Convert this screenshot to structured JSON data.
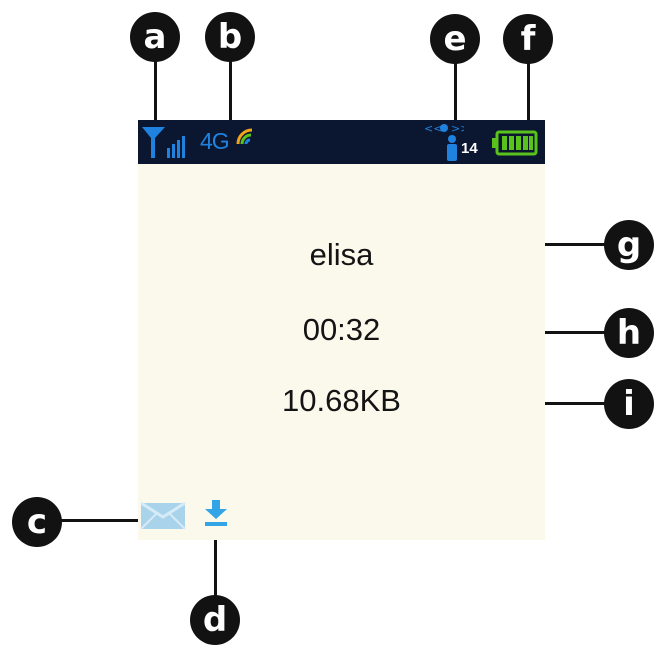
{
  "callouts": {
    "a": "a",
    "b": "b",
    "c": "c",
    "d": "d",
    "e": "e",
    "f": "f",
    "g": "g",
    "h": "h",
    "i": "i"
  },
  "status_bar": {
    "signal_icon": "signal-strength-icon",
    "network_type": "4G",
    "roaming_icon": "data-roaming-icon",
    "connected_users_icon": "connected-users-icon",
    "connected_users": "14",
    "battery_icon": "battery-full-icon",
    "colors": {
      "background": "#0b1730",
      "signal": "#1f82df",
      "battery": "#59c21b"
    }
  },
  "main": {
    "network_name": "elisa",
    "duration": "00:32",
    "data_used": "10.68KB"
  },
  "bottom_icons": {
    "message_icon": "sms-envelope-icon",
    "download_icon": "download-arrow-icon",
    "colors": {
      "message": "#a9d3ea",
      "download": "#33a4e6"
    }
  },
  "colors": {
    "screen_background": "#fbf8ec",
    "callout": "#121212"
  }
}
